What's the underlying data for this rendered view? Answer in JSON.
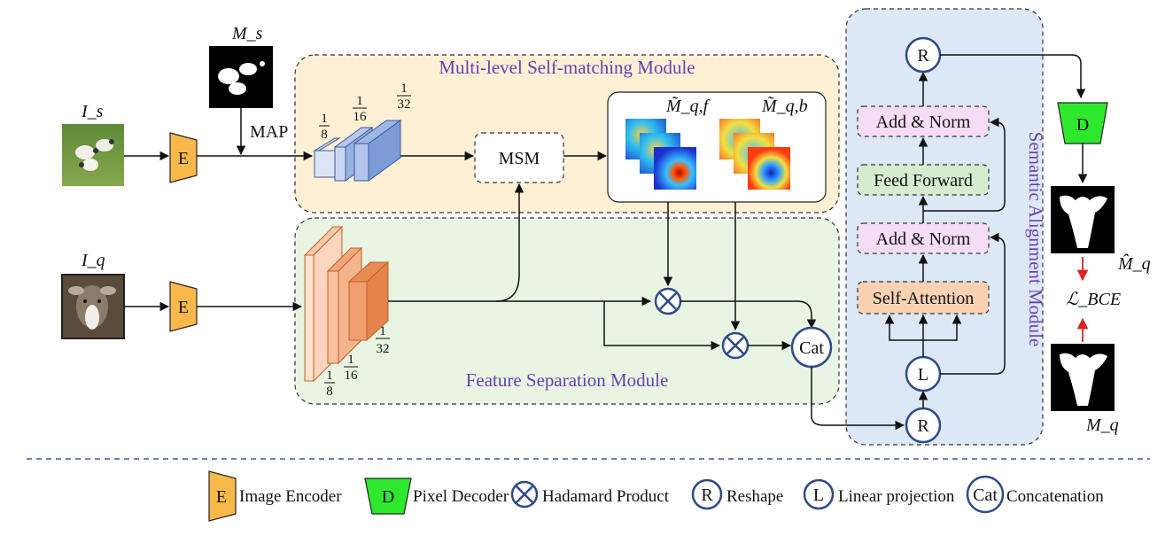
{
  "modules": {
    "msm_title": "Multi-level Self-matching Module",
    "fsm_title": "Feature Separation Module",
    "sam_title": "Semantic Alignment Module"
  },
  "support": {
    "image_label": "I_s",
    "mask_label": "M_s",
    "map_label": "MAP",
    "scales": [
      "1",
      "8",
      "1",
      "16",
      "1",
      "32"
    ]
  },
  "query": {
    "image_label": "I_q",
    "scales": [
      "1",
      "8",
      "1",
      "16",
      "1",
      "32"
    ]
  },
  "blocks": {
    "encoder": "E",
    "decoder": "D",
    "msm": "MSM",
    "cat": "Cat",
    "reshape": "R",
    "linear": "L",
    "fg_map": "M̃_q,f",
    "bg_map": "M̃_q,b"
  },
  "transformer": {
    "add_norm_top": "Add & Norm",
    "feed_forward": "Feed Forward",
    "add_norm_bottom": "Add & Norm",
    "self_attention": "Self-Attention"
  },
  "outputs": {
    "pred_label": "M̂_q",
    "loss_label": "ℒ_BCE",
    "gt_label": "M_q"
  },
  "legend": {
    "encoder_label": "Image Encoder",
    "decoder_label": "Pixel Decoder",
    "hadamard_label": "Hadamard Product",
    "reshape_label": "Reshape",
    "linear_label": "Linear projection",
    "concat_label": "Concatenation"
  },
  "colors": {
    "encoder_fill": "#f9b94a",
    "decoder_fill": "#2ee82e",
    "msm_bg": "#fdf0d5",
    "fsm_bg": "#e8f5e3",
    "sam_bg": "#dce8f5",
    "circle_stroke": "#2f4a8a",
    "module_title": "#6a3fb5"
  }
}
